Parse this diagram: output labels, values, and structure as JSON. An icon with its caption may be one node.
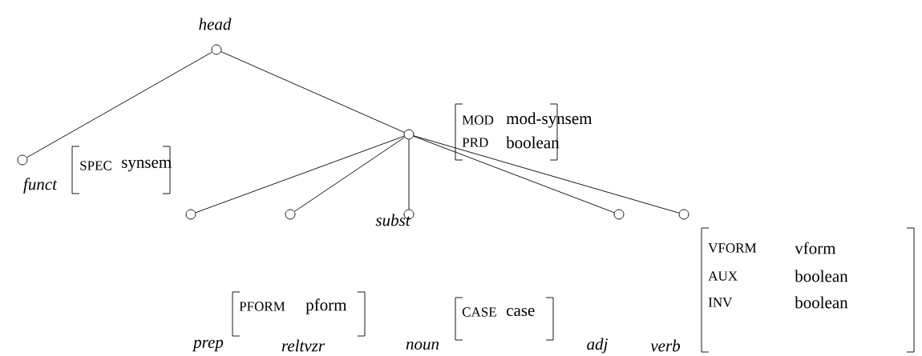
{
  "diagram": {
    "nodes": [
      {
        "text": [],
        "shape": "circle",
        "beside": [
          "head"
        ]
      },
      {
        "text": [],
        "shape": "circle",
        "beside": [
          "funct"
        ]
      },
      {
        "text": [],
        "shape": "circle"
      },
      {
        "text": [],
        "shape": "circle"
      },
      {
        "text": [],
        "shape": "circle"
      },
      {
        "text": [],
        "shape": "circle"
      },
      {
        "text": [],
        "shape": "circle"
      },
      {
        "text": [],
        "shape": "circle"
      }
    ],
    "edges": [
      {
        "from": 0,
        "to": 1,
        "arrow": "none"
      },
      {
        "from": 0,
        "to": 2,
        "arrow": "none"
      },
      {
        "from": 2,
        "to": 3,
        "arrow": "none"
      },
      {
        "from": 2,
        "to": 4,
        "arrow": "none"
      },
      {
        "from": 2,
        "to": 5,
        "arrow": "none"
      },
      {
        "from": 2,
        "to": 6,
        "arrow": "none"
      },
      {
        "from": 2,
        "to": 7,
        "arrow": "none"
      }
    ],
    "labels": [
      "SPEC",
      "synsem",
      "MOD",
      "mod-synsem",
      "PRD",
      "boolean",
      "subst",
      "prep",
      "PFORM",
      "pform",
      "reltvzr",
      "noun",
      "CASE",
      "case",
      "adj",
      "verb",
      "VFORM",
      "vform",
      "AUX",
      "boolean",
      "INV",
      "boolean"
    ]
  }
}
